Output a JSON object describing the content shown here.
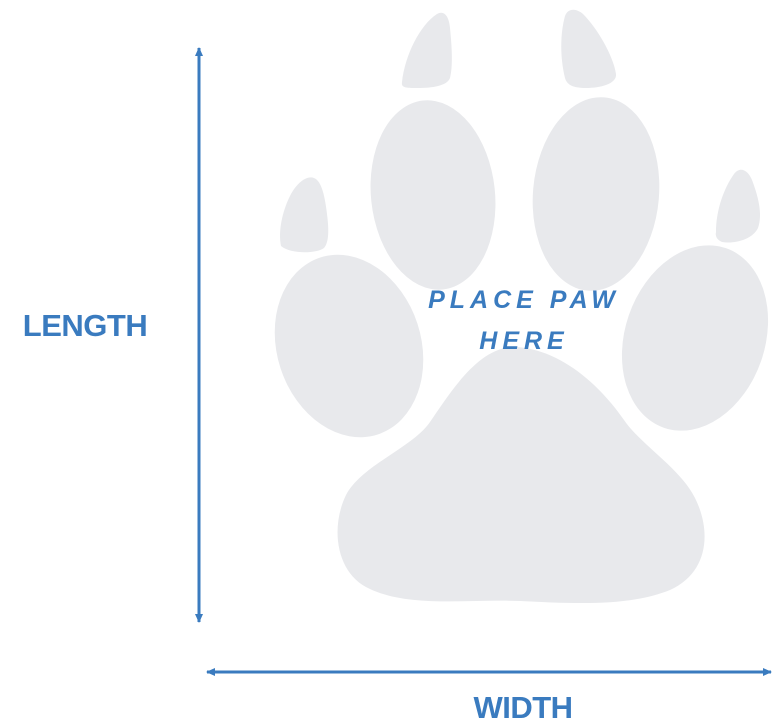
{
  "labels": {
    "length": "LENGTH",
    "width": "WIDTH",
    "instruction_line1": "PLACE PAW",
    "instruction_line2": "HERE"
  },
  "colors": {
    "accent": "#3a7bbf",
    "paw": "#e8e9ec",
    "background": "#ffffff"
  },
  "icons": {
    "paw": "paw-print-icon",
    "length_arrow": "double-headed-arrow-vertical",
    "width_arrow": "double-headed-arrow-horizontal"
  }
}
